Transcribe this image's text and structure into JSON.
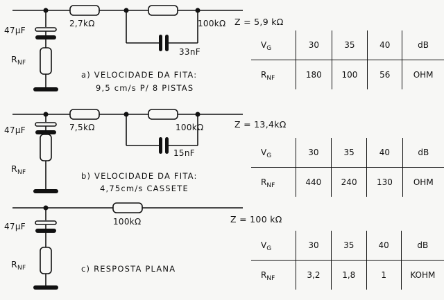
{
  "circuits": [
    {
      "cap_label": "47µF",
      "rnf_label": "R",
      "rnf_sub": "NF",
      "series_res": "2,7kΩ",
      "parallel_res": "100kΩ",
      "parallel_cap": "33nF",
      "impedance": "Z = 5,9 kΩ",
      "caption_line1": "a) VELOCIDADE DA FITA:",
      "caption_line2": "9,5 cm/s P/ 8 PISTAS"
    },
    {
      "cap_label": "47µF",
      "rnf_label": "R",
      "rnf_sub": "NF",
      "series_res": "7,5kΩ",
      "parallel_res": "100kΩ",
      "parallel_cap": "15nF",
      "impedance": "Z = 13,4kΩ",
      "caption_line1": "b) VELOCIDADE DA FITA:",
      "caption_line2": "4,75cm/s CASSETE"
    },
    {
      "cap_label": "47µF",
      "rnf_label": "R",
      "rnf_sub": "NF",
      "series_res": "100kΩ",
      "impedance": "Z = 100 kΩ",
      "caption_line1": "c) RESPOSTA PLANA"
    }
  ],
  "tables": [
    {
      "vg_label": "V",
      "vg_sub": "G",
      "rnf_label": "R",
      "rnf_sub": "NF",
      "vg_values": [
        "30",
        "35",
        "40"
      ],
      "vg_unit": "dB",
      "rnf_values": [
        "180",
        "100",
        "56"
      ],
      "rnf_unit": "OHM"
    },
    {
      "vg_label": "V",
      "vg_sub": "G",
      "rnf_label": "R",
      "rnf_sub": "NF",
      "vg_values": [
        "30",
        "35",
        "40"
      ],
      "vg_unit": "dB",
      "rnf_values": [
        "440",
        "240",
        "130"
      ],
      "rnf_unit": "OHM"
    },
    {
      "vg_label": "V",
      "vg_sub": "G",
      "rnf_label": "R",
      "rnf_sub": "NF",
      "vg_values": [
        "30",
        "35",
        "40"
      ],
      "vg_unit": "dB",
      "rnf_values": [
        "3,2",
        "1,8",
        "1"
      ],
      "rnf_unit": "KOHM"
    }
  ]
}
